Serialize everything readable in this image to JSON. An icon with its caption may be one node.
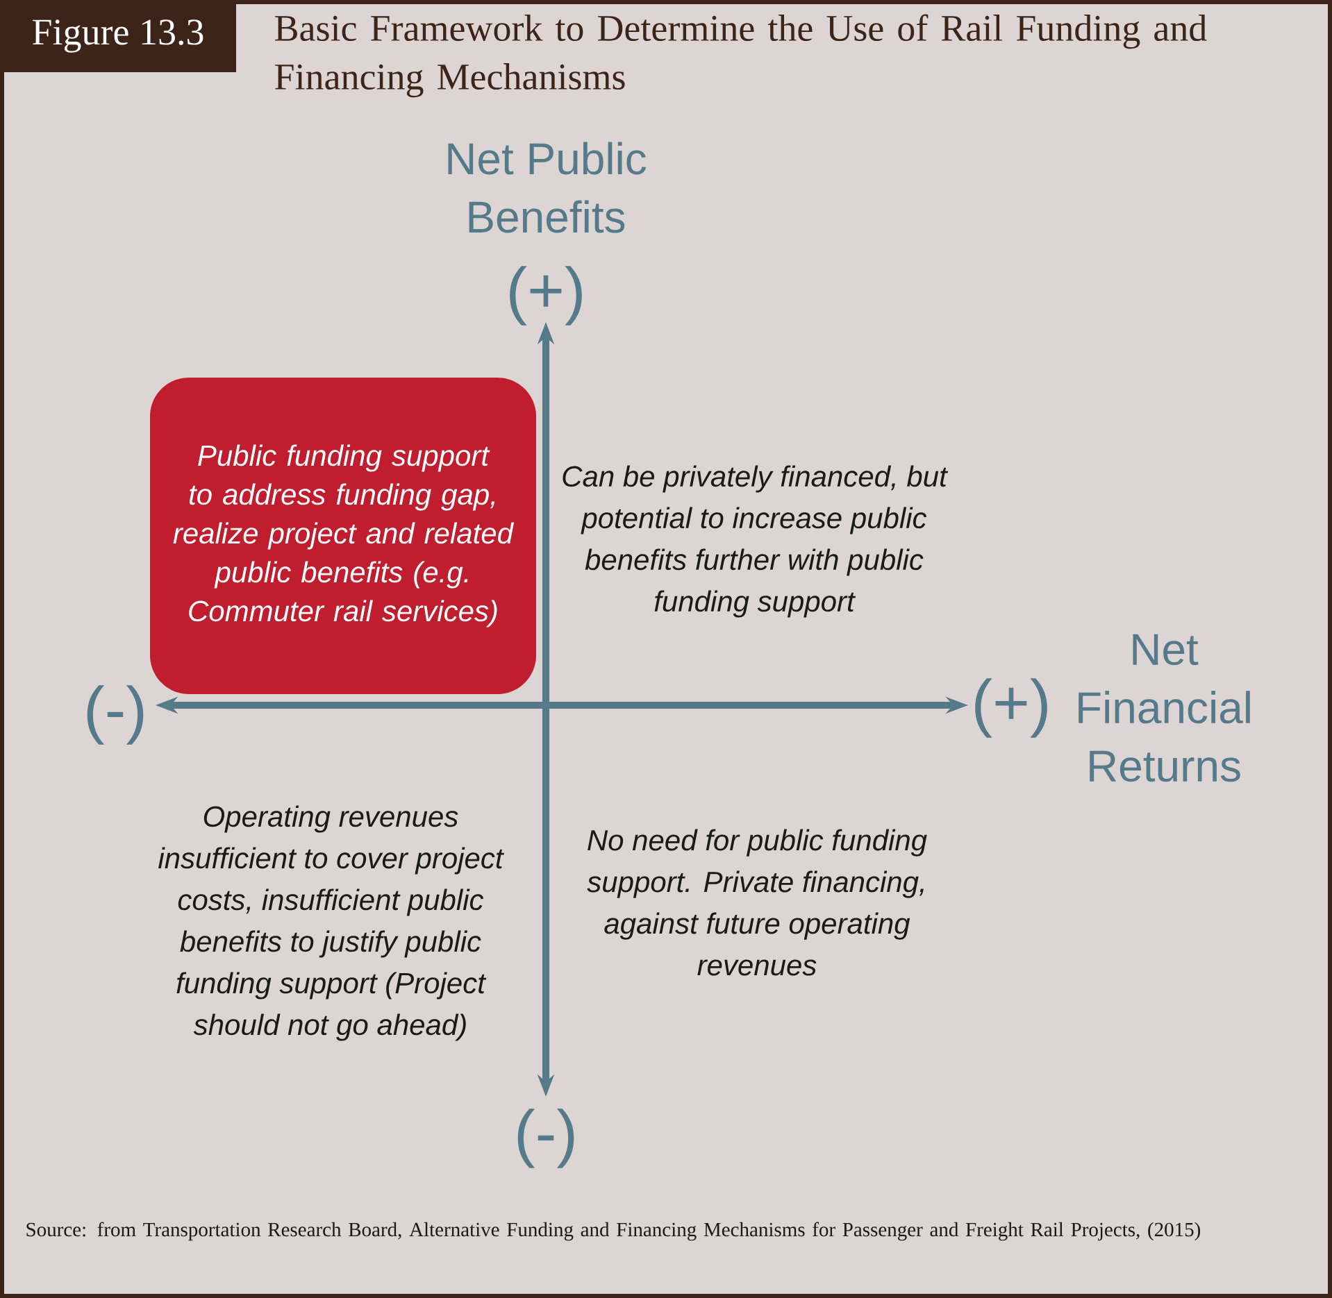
{
  "diagram": {
    "title": "Basic Framework to Determine the Use of Rail Funding and Financing Mechanisms",
    "caption": "Source: from Transportation Research Board, Alternative Funding and Financing Mechanisms for Passenger and Freight Rail Projects, (2015)",
    "nodes": [
      {
        "text": [
          "Public funding support to address funding gap, realize project and related public benefits (e.g. Commuter rail services)"
        ]
      }
    ],
    "edges": [],
    "labels": [
      "Figure 13.3",
      "Net Public Benefits",
      "(+)",
      "Can be privately financed, but potential to increase public benefits further with public funding support",
      "Net Financial Returns",
      "(-)",
      "(+)",
      "Operating revenues insufficient to cover project costs, insufficient public benefits to justify public funding support (Project should not go ahead)",
      "No need for public funding support. Private financing, against future operating revenues",
      "(-)"
    ]
  }
}
